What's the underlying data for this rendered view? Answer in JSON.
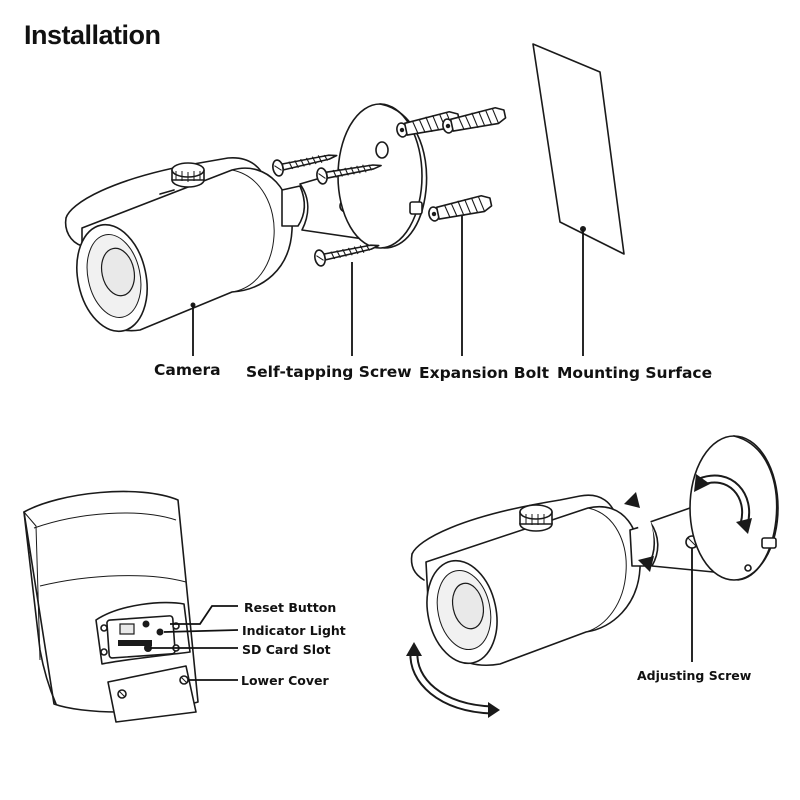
{
  "title": "Installation",
  "labels": {
    "camera": "Camera",
    "self_tapping_screw": "Self-tapping Screw",
    "expansion_bolt": "Expansion Bolt",
    "mounting_surface": "Mounting Surface",
    "reset_button": "Reset Button",
    "indicator_light": "Indicator Light",
    "sd_card_slot": "SD Card Slot",
    "lower_cover": "Lower Cover",
    "adjusting_screw": "Adjusting Screw"
  }
}
